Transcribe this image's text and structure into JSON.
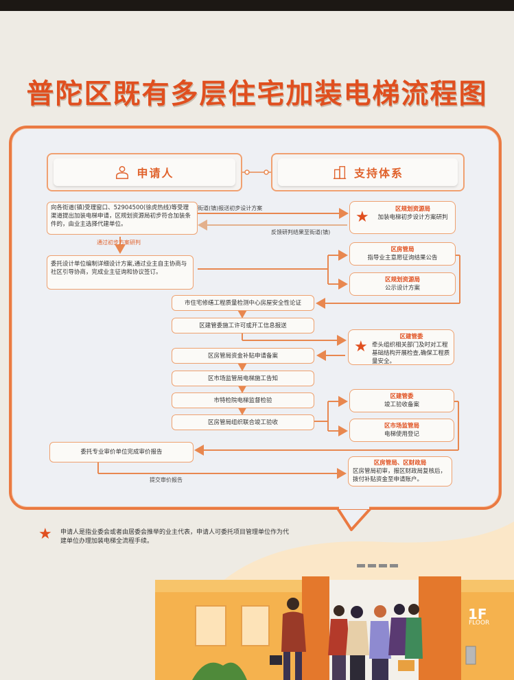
{
  "title": "普陀区既有多层住宅加装电梯流程图",
  "headers": {
    "applicant": "申请人",
    "support": "支持体系"
  },
  "left_steps": {
    "s1": "向各街道(镇)受理窗口、52904500(徐虎热线)等受理渠道提出加装电梯申请，区规划资源局初步符合加装条件的，由业主选择代建单位。",
    "s2": "委托设计单位编制详细设计方案,通过业主自主协商与社区引导协商，完成业主征询和协议签订。",
    "s3": "市住宅修缮工程质量检测中心房屋安全性论证",
    "s4": "区建管委施工许可或开工信息报送",
    "s5": "区房管局资金补贴申请备案",
    "s6": "区市场监管局电梯施工告知",
    "s7": "市特检院电梯监督检验",
    "s8": "区房管局组织联合竣工验收",
    "s9": "委托专业审价单位完成审价报告"
  },
  "right_boxes": {
    "r1": {
      "agency": "区规划资源局",
      "text": "加装电梯初步设计方案研判"
    },
    "r2": {
      "agency": "区房管局",
      "text": "指导业主意愿征询结果公告"
    },
    "r3": {
      "agency": "区规划资源局",
      "text": "公示设计方案"
    },
    "r4": {
      "agency": "区建管委",
      "text": "牵头组织相关部门及时对工程基础结构开展检查,确保工程质量安全。"
    },
    "r5": {
      "agency": "区建管委",
      "text": "竣工验收备案"
    },
    "r6": {
      "agency": "区市场监管局",
      "text": "电梯使用登记"
    },
    "r7": {
      "agency": "区房管局、区财政局",
      "text": "区房管局初审，报区财政局复核后，拨付补贴资金至申请账户。"
    }
  },
  "arrow_labels": {
    "a1": "街道(镇)报送初步设计方案",
    "a2": "反馈研判结果至街道(镇)",
    "a3": "通过初步方案研判",
    "a4": "提交审价报告"
  },
  "footnote": "申请人是指业委会或者由居委会推举的业主代表，申请人可委托项目管理单位作为代建单位办理加装电梯全流程手续。",
  "floor_sign": "1F",
  "floor_word": "FLOOR",
  "icons": [
    "person-icon",
    "building-icon",
    "star-icon"
  ],
  "colors": {
    "accent": "#e04f1f",
    "line": "#ea7a42",
    "panel": "#eef0f4"
  }
}
